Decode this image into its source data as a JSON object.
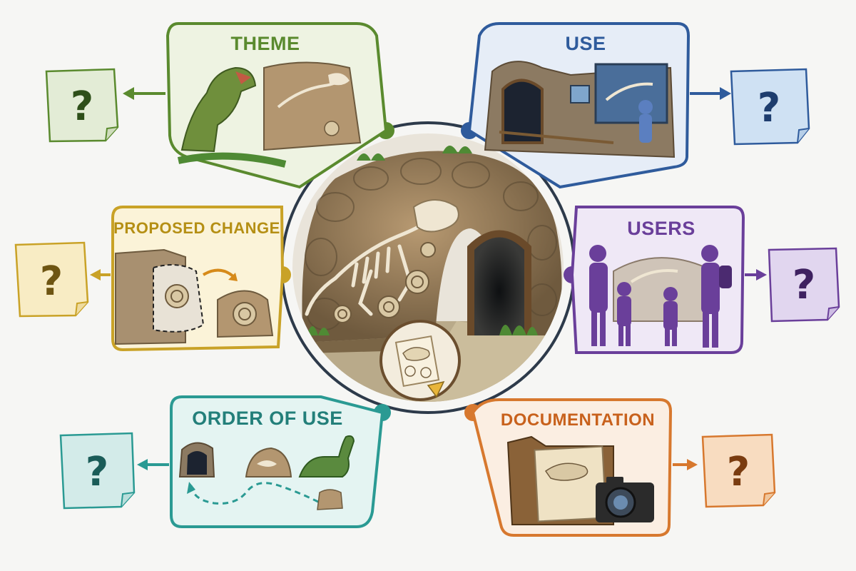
{
  "center": {
    "hub_icon": "fossil-document-icon"
  },
  "panels": [
    {
      "id": "theme",
      "title": "THEME",
      "color": "#5a8a2e",
      "fill": "#eef3e2",
      "note_fill": "#e3ecd6",
      "note_text": "?",
      "icon": "t-rex-and-fossil-wall"
    },
    {
      "id": "use",
      "title": "USE",
      "color": "#2f5b9c",
      "fill": "#e6edf7",
      "note_fill": "#cfe1f3",
      "note_text": "?",
      "icon": "tunnel-exhibit-with-visitor"
    },
    {
      "id": "proposed",
      "title": "PROPOSED CHANGE",
      "color": "#c9a227",
      "fill": "#fbf3d8",
      "note_fill": "#f8ecc4",
      "note_text": "?",
      "icon": "ammonite-relocation"
    },
    {
      "id": "users",
      "title": "USERS",
      "color": "#6a3f9a",
      "fill": "#efe8f6",
      "note_fill": "#e1d6ef",
      "note_text": "?",
      "icon": "family-visitors"
    },
    {
      "id": "order",
      "title": "ORDER OF USE",
      "color": "#2a9a93",
      "fill": "#e4f4f2",
      "note_fill": "#d3ebe9",
      "note_text": "?",
      "icon": "route-tunnel-to-dinosaur"
    },
    {
      "id": "documentation",
      "title": "DOCUMENTATION",
      "color": "#d7782e",
      "fill": "#fbeee2",
      "note_fill": "#f8dcc0",
      "note_text": "?",
      "icon": "folder-and-camera"
    }
  ]
}
